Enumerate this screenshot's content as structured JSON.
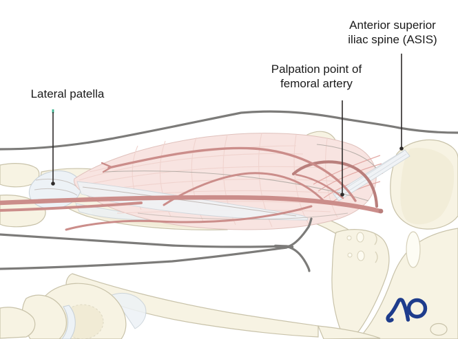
{
  "labels": {
    "lateral_patella": {
      "text": "Lateral patella"
    },
    "palpation_point": {
      "line1": "Palpation point of",
      "line2": "femoral artery"
    },
    "asis": {
      "line1": "Anterior superior",
      "line2": "iliac spine (ASIS)"
    }
  },
  "logo": {
    "text": "AO",
    "color": "#1e3c8c"
  },
  "icons": {
    "annotation_dot": "filled-circle",
    "leader_line": "vertical-line",
    "leader_green_tip": "green-segment"
  },
  "colors": {
    "text": "#1a1a1a",
    "leader": "#2e2b2a",
    "green_tip": "#45b795",
    "contour_gray": "#7c7b79",
    "bone_fill": "#f7f3e3",
    "bone_shade": "#efe8d0",
    "bone_outline": "#c8c2a9",
    "cartilage_fill": "#edf2f6",
    "cartilage_outline": "#c5cfd7",
    "muscle_fill": "#f8e4e1",
    "muscle_outline": "#dfc0bb",
    "muscle_fiber": "#f0d3ce",
    "muscle_fiber_dark": "#e3a9a5",
    "artery": "#cb8d8a",
    "artery_dark": "#b97f7c",
    "fascia_fill": "#f0f3f6",
    "fascia_outline": "#ccd4da",
    "logo_blue": "#1e3c8c",
    "background": "#ffffff"
  }
}
